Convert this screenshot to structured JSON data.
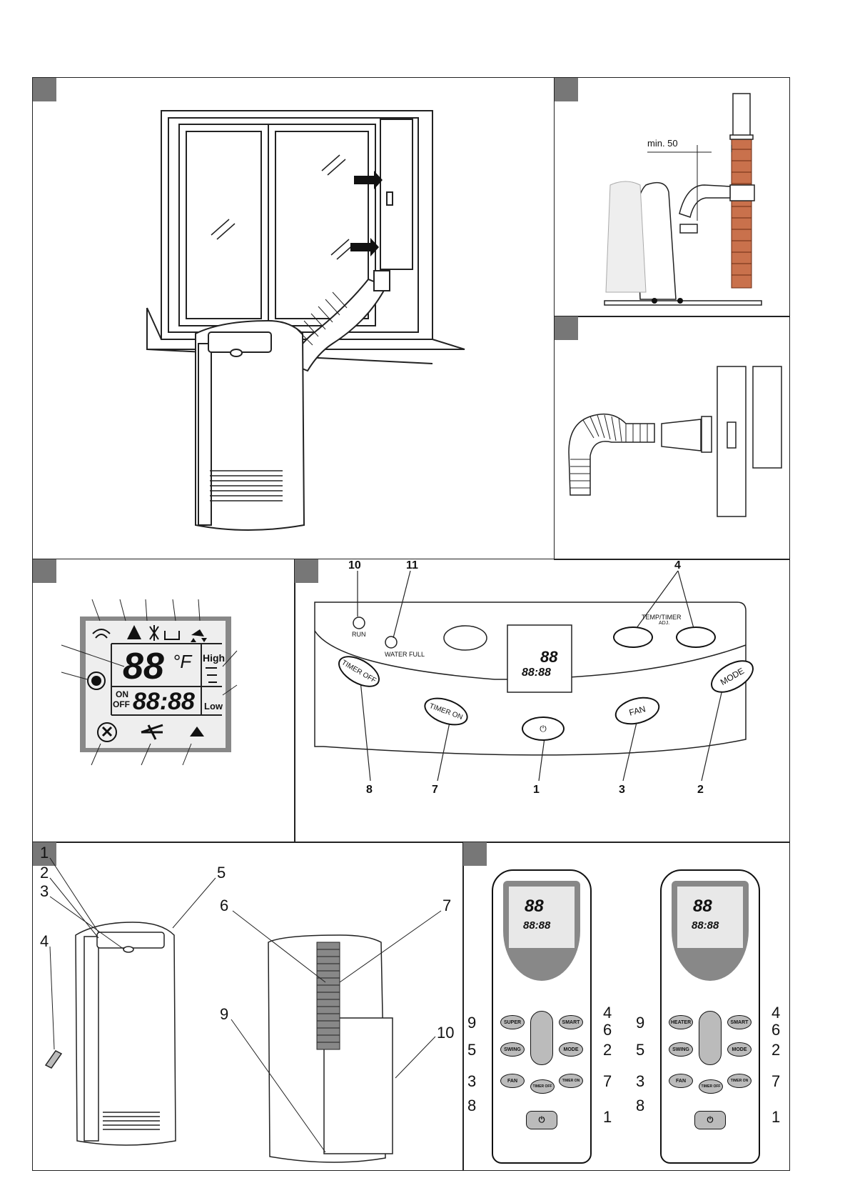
{
  "dimension": {
    "label": "min. 50"
  },
  "control_panel": {
    "callouts": [
      "10",
      "11",
      "4",
      "8",
      "7",
      "1",
      "3",
      "2"
    ],
    "run": "RUN",
    "water_full": "WATER FULL",
    "temp_timer": "TEMP/TIMER",
    "adj": "ADJ.",
    "timer_off": "TIMER OFF",
    "timer_on": "TIMER ON",
    "fan": "FAN",
    "mode": "MODE"
  },
  "display": {
    "temp": "88",
    "unit": "°F",
    "on": "ON",
    "off": "OFF",
    "time": "88:88",
    "high": "High",
    "low": "Low"
  },
  "unit_parts": {
    "front": [
      "1",
      "2",
      "3",
      "4",
      "5"
    ],
    "back": [
      "6",
      "7",
      "9",
      "10"
    ]
  },
  "remotes": [
    {
      "buttons": {
        "super": "SUPER",
        "smart": "SMART",
        "swing": "SWING",
        "mode": "MODE",
        "fan": "FAN",
        "timer_off": "TIMER OFF",
        "timer_on": "TIMER ON"
      },
      "callouts_left": [
        "9",
        "5",
        "3",
        "8"
      ],
      "callouts_right": [
        "4",
        "6",
        "2",
        "7",
        "1"
      ]
    },
    {
      "buttons": {
        "super": "HEATER",
        "smart": "SMART",
        "swing": "SWING",
        "mode": "MODE",
        "fan": "FAN",
        "timer_off": "TIMER OFF",
        "timer_on": "TIMER ON"
      },
      "callouts_left": [
        "9",
        "5",
        "3",
        "8"
      ],
      "callouts_right": [
        "4",
        "6",
        "2",
        "7",
        "1"
      ]
    }
  ]
}
